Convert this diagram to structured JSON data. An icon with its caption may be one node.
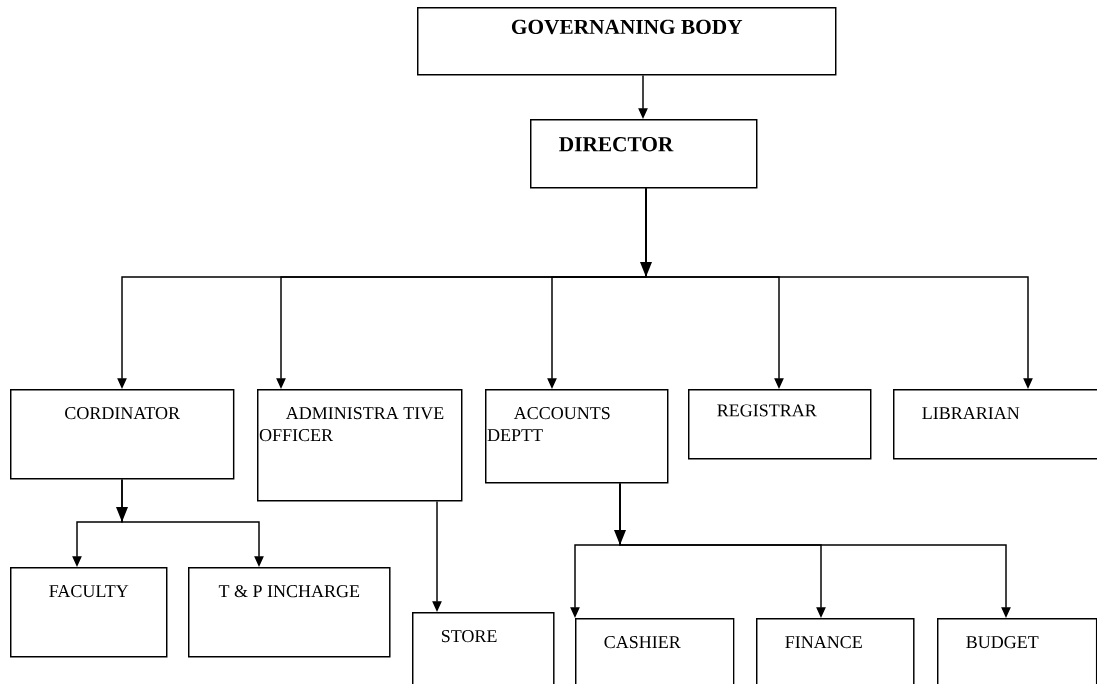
{
  "diagram": {
    "nodes": [
      {
        "text": [
          "GOVERNANING BODY"
        ]
      },
      {
        "text": [
          "DIRECTOR"
        ]
      },
      {
        "text": [
          "CORDINATOR"
        ]
      },
      {
        "text": [
          "ADMINISTRA TIVE OFFICER"
        ]
      },
      {
        "text": [
          "ACCOUNTS DEPTT"
        ]
      },
      {
        "text": [
          "REGISTRAR"
        ]
      },
      {
        "text": [
          "LIBRARIAN"
        ]
      },
      {
        "text": [
          "FACULTY"
        ]
      },
      {
        "text": [
          "T & P INCHARGE"
        ]
      },
      {
        "text": [
          "STORE"
        ]
      },
      {
        "text": [
          "CASHIER"
        ]
      },
      {
        "text": [
          "FINANCE"
        ]
      },
      {
        "text": [
          "BUDGET"
        ]
      }
    ],
    "edges": [
      {
        "from": 0,
        "to": 1,
        "arrow": "to"
      },
      {
        "from": 1,
        "to": 2,
        "arrow": "to"
      },
      {
        "from": 1,
        "to": 3,
        "arrow": "to"
      },
      {
        "from": 1,
        "to": 4,
        "arrow": "to"
      },
      {
        "from": 1,
        "to": 5,
        "arrow": "to"
      },
      {
        "from": 1,
        "to": 6,
        "arrow": "to"
      },
      {
        "from": 2,
        "to": 7,
        "arrow": "to"
      },
      {
        "from": 2,
        "to": 8,
        "arrow": "to"
      },
      {
        "from": 3,
        "to": 9,
        "arrow": "to"
      },
      {
        "from": 4,
        "to": 10,
        "arrow": "to"
      },
      {
        "from": 4,
        "to": 11,
        "arrow": "to"
      },
      {
        "from": 4,
        "to": 12,
        "arrow": "to"
      }
    ]
  }
}
